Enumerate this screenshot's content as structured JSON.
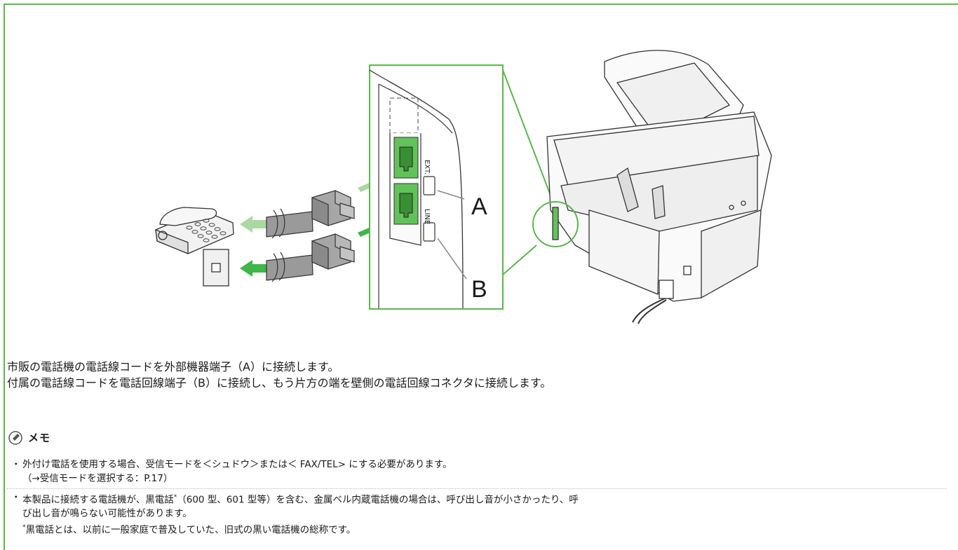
{
  "figure": {
    "label_a": "A",
    "label_b": "B",
    "ext_label": "EXT.",
    "line_label": "LINE"
  },
  "instructions": {
    "line1": "市販の電話機の電話線コードを外部機器端子（A）に接続します。",
    "line2": "付属の電話線コードを電話回線端子（B）に接続し、もう片方の端を壁側の電話回線コネクタに接続します。"
  },
  "memo": {
    "title": "メモ",
    "icon": "pencil-icon",
    "items": [
      {
        "bullet": "・",
        "text": "外付け電話を使用する場合、受信モードを＜シュドウ＞または＜ FAX/TEL> にする必要があります。",
        "sub": "（→受信モードを選択する：P.17）"
      },
      {
        "bullet": "・",
        "text_before_mark": "本製品に接続する電話機が、黒電話",
        "mark": "*",
        "text_after_mark": "（600 型、601 型等）を含む、金属ベル内蔵電話機の場合は、呼び出し音が小さかったり、呼",
        "text_cont": "び出し音が鳴らない可能性があります。",
        "footnote_mark": "*",
        "footnote": "黒電話とは、以前に一般家庭で普及していた、旧式の黒い電話機の総称です。"
      }
    ]
  },
  "colors": {
    "frame": "#5ab84a",
    "arrow_green": "#3fb54a",
    "arrow_light": "#a9d9a0",
    "port_green": "#62c25a",
    "cord_gray": "#9a9a9a"
  }
}
